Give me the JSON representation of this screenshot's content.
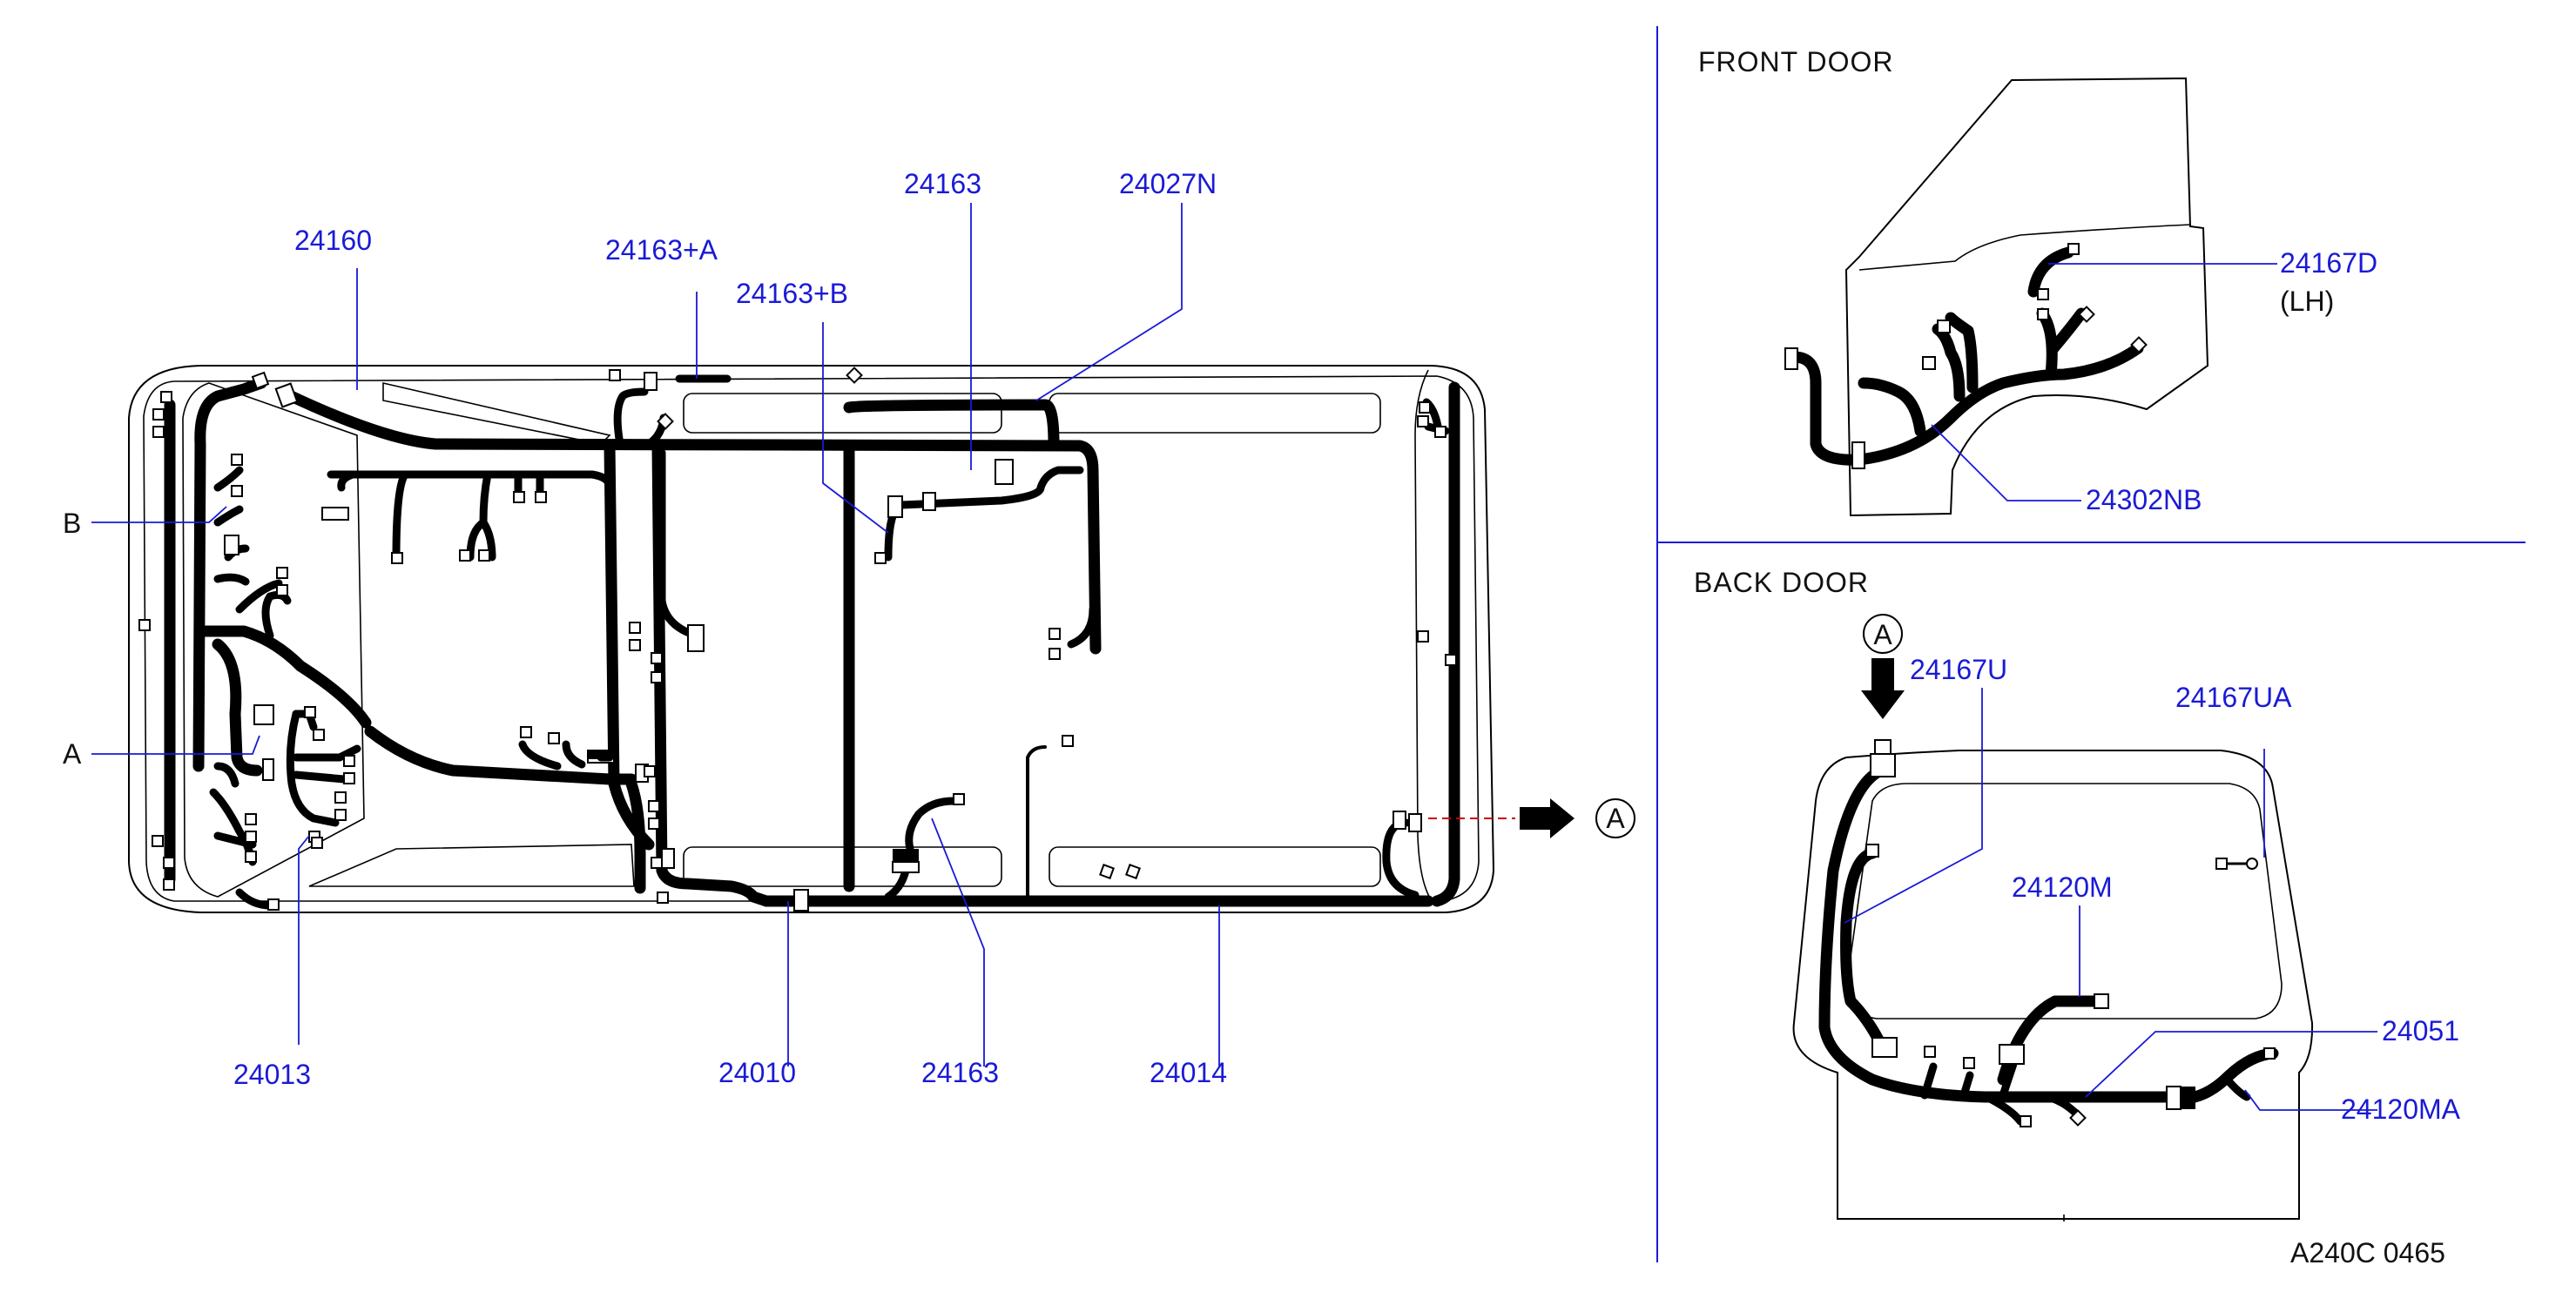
{
  "labels": {
    "p24160": "24160",
    "p24163a": "24163+A",
    "p24163b": "24163+B",
    "p24163top": "24163",
    "p24027n": "24027N",
    "pB": "B",
    "pA": "A",
    "p24013": "24013",
    "p24010": "24010",
    "p24163bottom": "24163",
    "p24014": "24014",
    "callout_a": "A"
  },
  "front_door": {
    "title": "FRONT   DOOR",
    "p24167d": "24167D",
    "side": "(LH)",
    "p24302nb": "24302NB"
  },
  "back_door": {
    "title": "BACK   DOOR",
    "callout_a": "A",
    "p24167u": "24167U",
    "p24167ua": "24167UA",
    "p24120m": "24120M",
    "p24051": "24051",
    "p24120ma": "24120MA"
  },
  "figure_ref": "A240C   0465",
  "colors": {
    "label": "#1a1ad6",
    "line": "#000000"
  }
}
